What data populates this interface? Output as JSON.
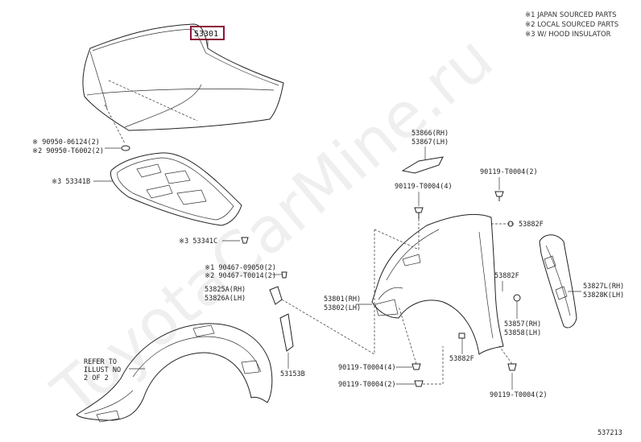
{
  "notes": [
    "※1 JAPAN SOURCED PARTS",
    "※2 LOCAL SOURCED PARTS",
    "※3 W/ HOOD INSULATOR"
  ],
  "highlight_color": "#8b1538",
  "callouts": {
    "hood": "53301",
    "hood_fastener_1": "※  90950-06124(2)",
    "hood_fastener_2": "※2 90950-T6002(2)",
    "insulator": "※3 53341B",
    "insulator_clip": "※3 53341C",
    "fender_protector_top_rh": "53866(RH)",
    "fender_protector_top_lh": "53867(LH)",
    "bolt_top": "90119-T0004(4)",
    "bolt_top_right": "90119-T0004(2)",
    "fender_clip_top": "53882F",
    "apron_screw_1": "※1 90467-09050(2)",
    "apron_screw_2": "※2 90467-T0014(2)",
    "fender_brace_rh": "53825A(RH)",
    "fender_brace_lh": "53826A(LH)",
    "fender_rh": "53801(RH)",
    "fender_lh": "53802(LH)",
    "fender_clip_mid": "53882F",
    "liner_rh": "53827L(RH)",
    "liner_lh": "53828K(LH)",
    "seal_rh": "53857(RH)",
    "seal_lh": "53858(LH)",
    "fender_clip_bottom": "53882F",
    "seal_plate": "53153B",
    "bolt_bottom_1": "90119-T0004(4)",
    "bolt_bottom_2": "90119-T0004(2)",
    "bolt_bottom_right": "90119-T0004(2)",
    "refer_1": "REFER TO",
    "refer_2": "ILLUST NO",
    "refer_3": "2 OF 2"
  },
  "watermark": "ToyotaCarMine.ru",
  "page_code": "537213"
}
